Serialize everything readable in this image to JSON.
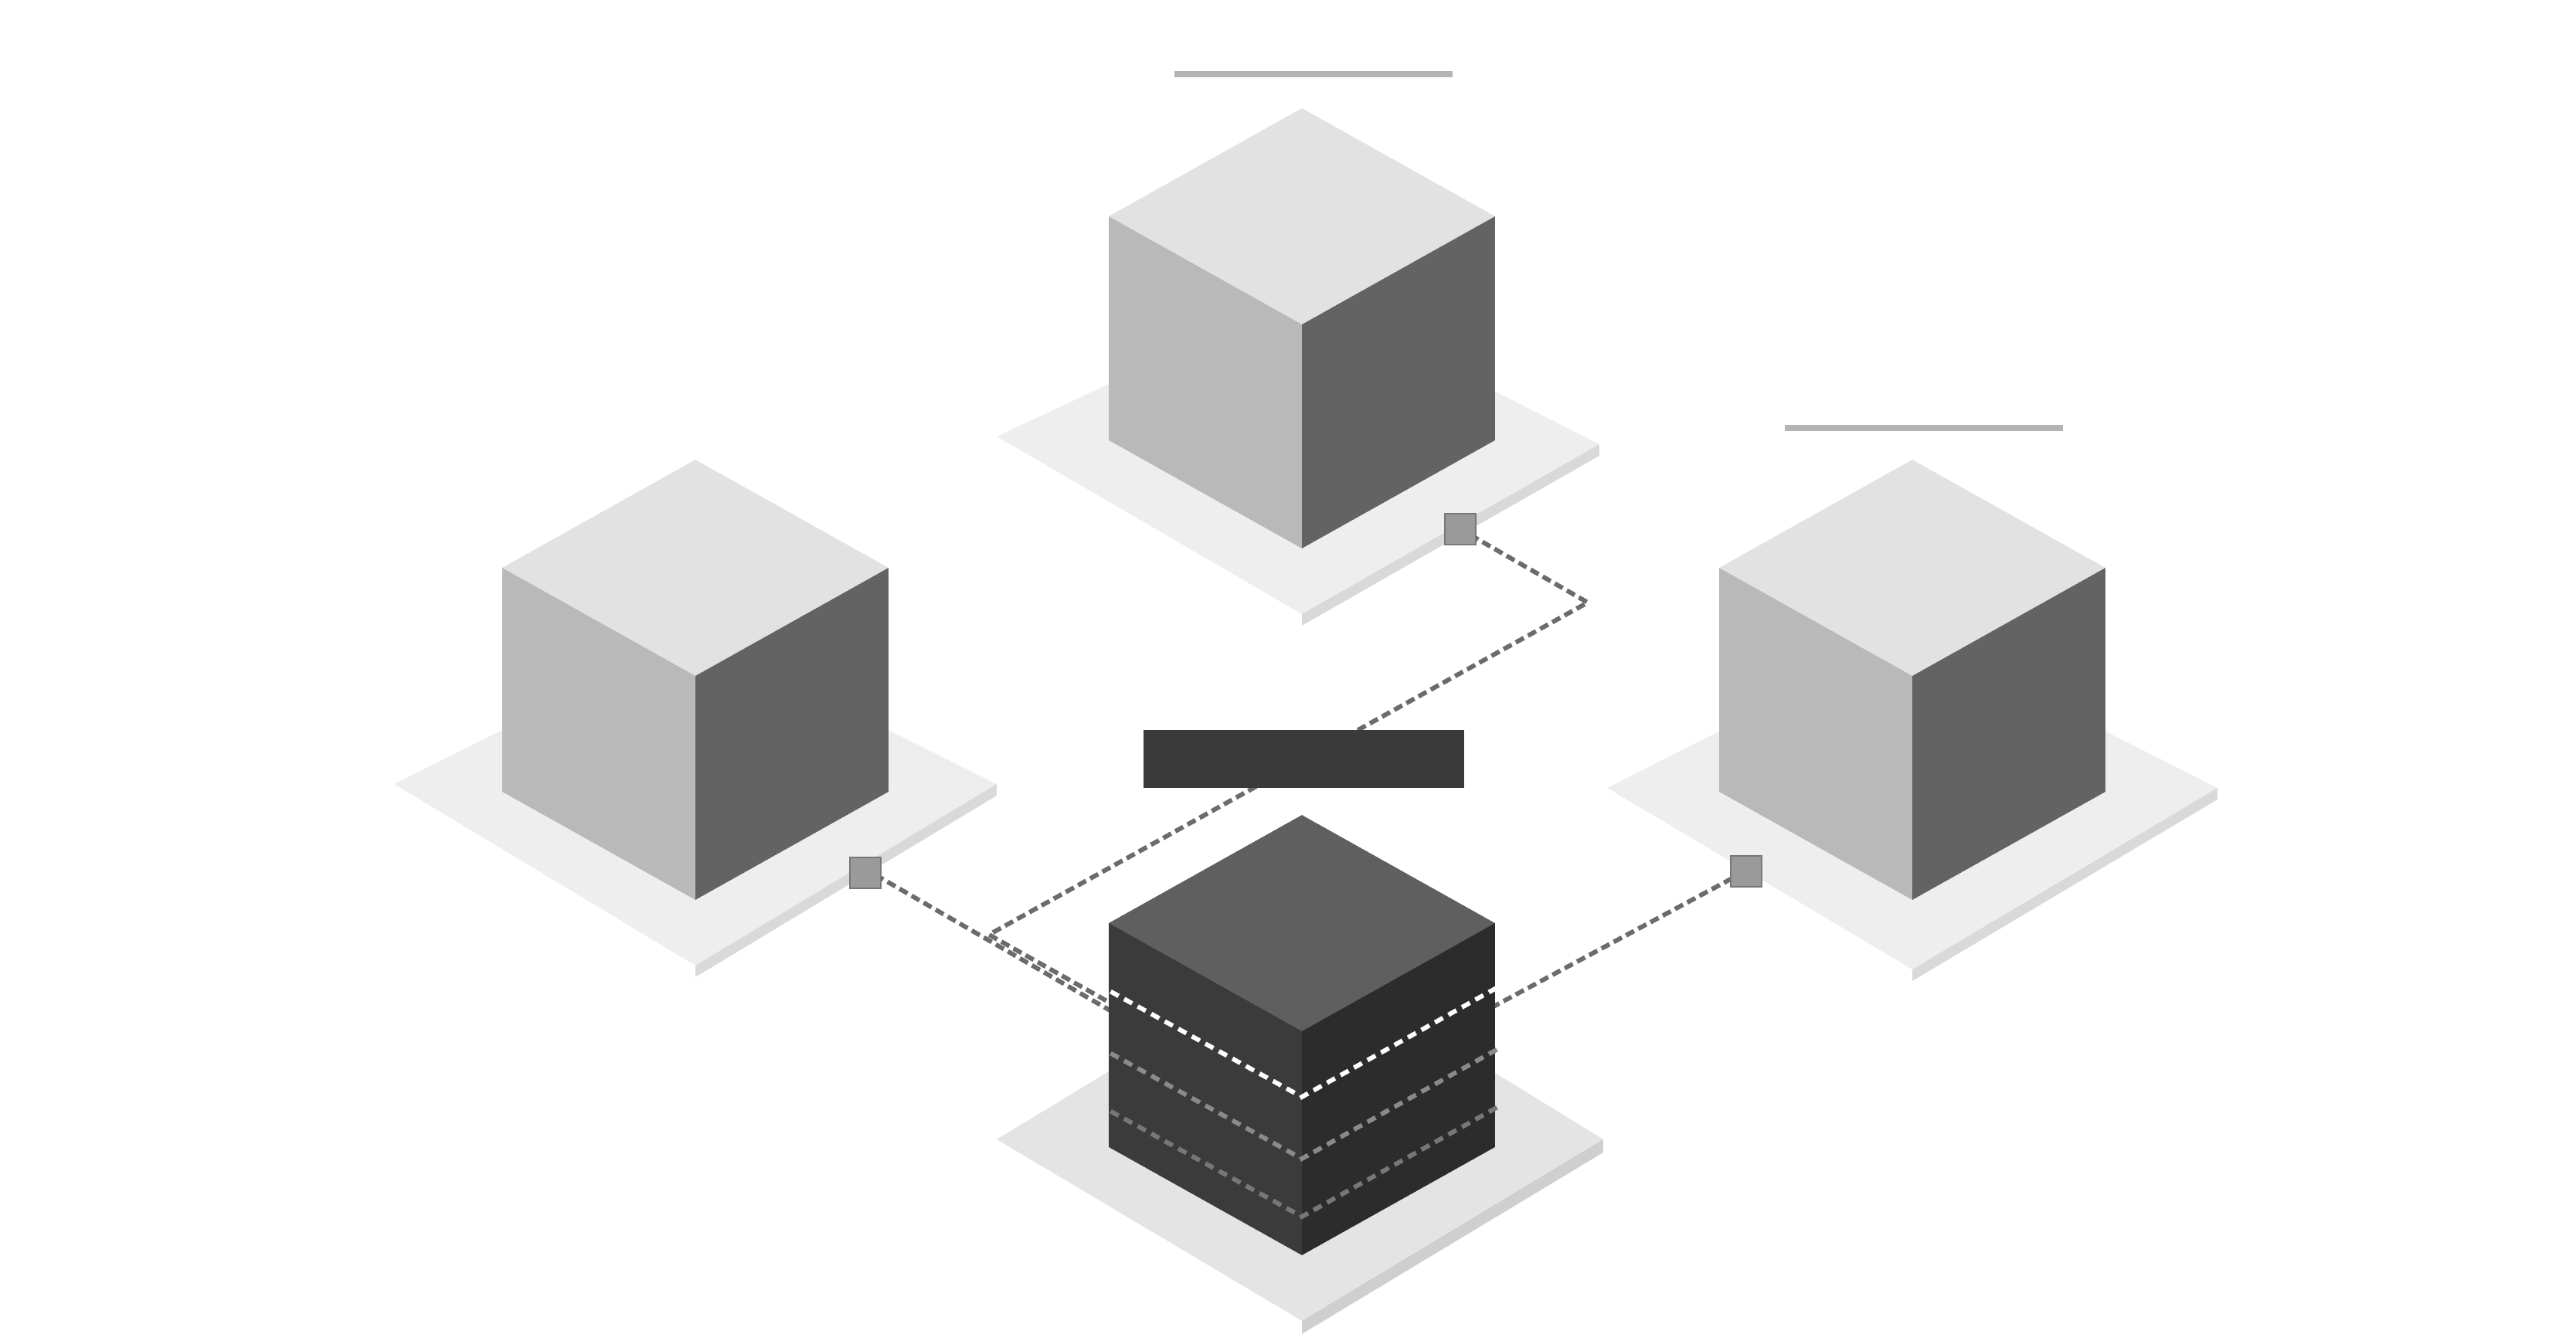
{
  "diagram": {
    "nodes": [
      {
        "id": "top",
        "label": "",
        "underlined": true
      },
      {
        "id": "left",
        "label": "",
        "underlined": false
      },
      {
        "id": "right",
        "label": "",
        "underlined": true
      },
      {
        "id": "center",
        "label": "",
        "underlined": false
      }
    ],
    "center_label": "",
    "colors": {
      "background": "#ffffff",
      "cube_top": "#e2e2e2",
      "cube_left": "#b9b9b9",
      "cube_right": "#636363",
      "base": "#eeeeee",
      "dark_cube_top": "#5f5f5f",
      "dark_cube_left": "#3b3b3b",
      "dark_cube_right": "#2c2c2c",
      "label_box": "#3a3a3a",
      "connector": "#6b6b6b",
      "badge": "#9a9a9a"
    }
  }
}
